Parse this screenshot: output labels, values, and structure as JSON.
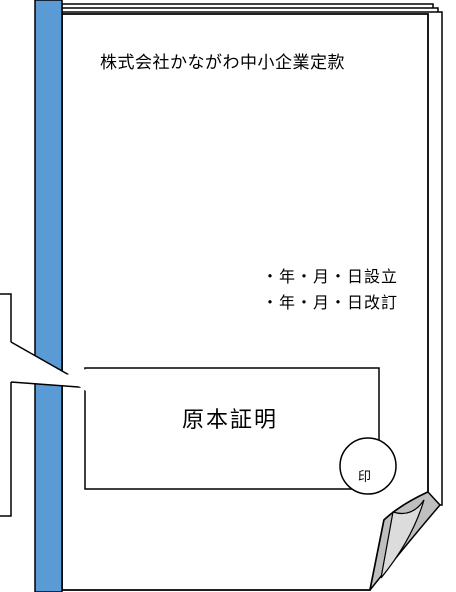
{
  "document": {
    "title": "株式会社かながわ中小企業定款",
    "establish_line": "・年・月・日設立",
    "revise_line": "・年・月・日改訂"
  },
  "callout": {
    "certification_text": "原本証明",
    "seal_label": "印"
  },
  "colors": {
    "binding_strip": "#5b9bd5",
    "fold_shadow": "#bfbfbf",
    "outline": "#000000",
    "paper": "#ffffff"
  }
}
